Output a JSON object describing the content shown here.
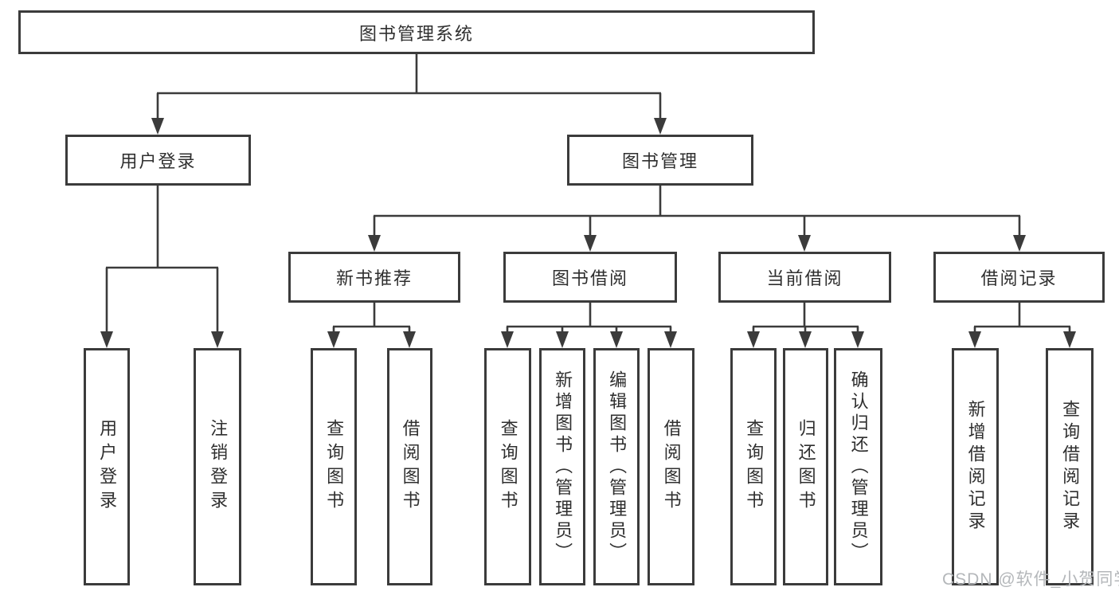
{
  "colors": {
    "line": "#3b3b3b",
    "box_border": "#3b3b3b",
    "text": "#2f2f2f",
    "watermark": "#b4b7ba",
    "background": "#ffffff"
  },
  "watermark": {
    "text": "CSDN @软件_小贺同学"
  },
  "tree": {
    "root": {
      "label": "图书管理系统"
    },
    "branches": [
      {
        "label": "用户登录",
        "children": [
          {
            "label": "用户登录"
          },
          {
            "label": "注销登录"
          }
        ]
      },
      {
        "label": "图书管理",
        "children": [
          {
            "label": "新书推荐",
            "children": [
              {
                "label": "查询图书"
              },
              {
                "label": "借阅图书"
              }
            ]
          },
          {
            "label": "图书借阅",
            "children": [
              {
                "label": "查询图书"
              },
              {
                "label": "新增图书（管理员）"
              },
              {
                "label": "编辑图书（管理员）"
              },
              {
                "label": "借阅图书"
              }
            ]
          },
          {
            "label": "当前借阅",
            "children": [
              {
                "label": "查询图书"
              },
              {
                "label": "归还图书"
              },
              {
                "label": "确认归还（管理员）"
              }
            ]
          },
          {
            "label": "借阅记录",
            "children": [
              {
                "label": "新增借阅记录"
              },
              {
                "label": "查询借阅记录"
              }
            ]
          }
        ]
      }
    ]
  }
}
